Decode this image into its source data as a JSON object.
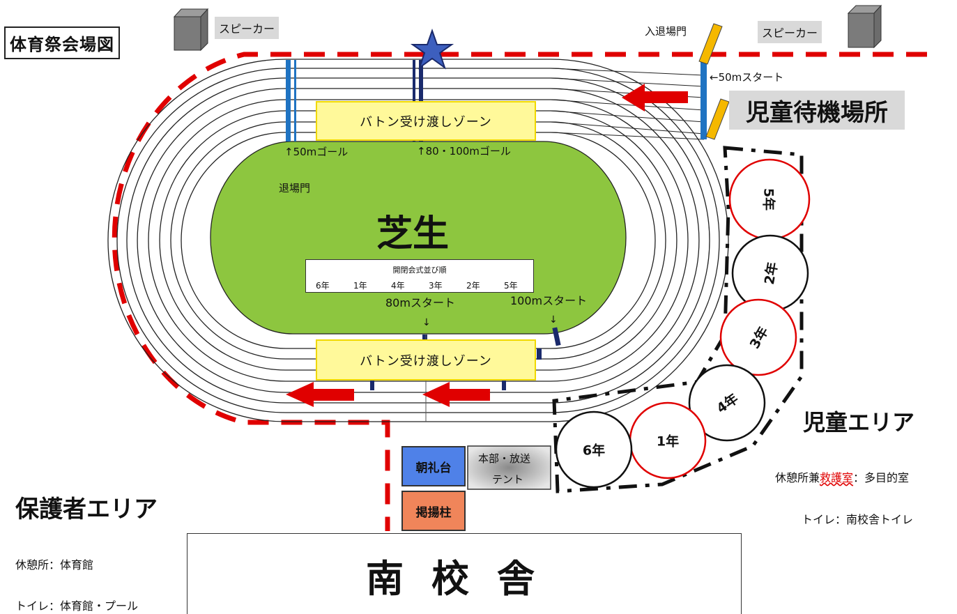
{
  "title": "体育祭会場図",
  "speaker_left": "スピーカー",
  "speaker_right": "スピーカー",
  "entrance_gate": "入退場門",
  "start_50m": "←50mスタート",
  "waiting_area": "児童待機場所",
  "baton_zone_top": "バトン受け渡しゾーン",
  "baton_zone_bottom": "バトン受け渡しゾーン",
  "goal_50m": "↑50mゴール",
  "goal_80_100m": "↑80・100mゴール",
  "exit_gate": "退場門",
  "lawn": "芝生",
  "opening_order": {
    "title": "開閉会式並び順",
    "grades": [
      "6年",
      "1年",
      "4年",
      "3年",
      "2年",
      "5年"
    ]
  },
  "start_80m": "80mスタート",
  "start_100m": "100mスタート",
  "arrow_down_1": "↓",
  "arrow_down_2": "↓",
  "children_area": "児童エリア",
  "grade_circles": [
    "5年",
    "2年",
    "3年",
    "4年",
    "1年",
    "6年"
  ],
  "morning_stage": "朝礼台",
  "flag_pole": "掲揚柱",
  "hq_tent_line1": "本部・放送",
  "hq_tent_line2": "テント",
  "parents_area": "保護者エリア",
  "parents_rest": "休憩所：体育館",
  "parents_toilet": "トイレ：体育館・プール",
  "children_rest_prefix": "休憩所兼",
  "children_rest_red": "救護室",
  "children_rest_suffix": "：多目的室",
  "children_toilet": "トイレ：南校舎トイレ",
  "school_building": "南校舎",
  "colors": {
    "red_line": "#e00000",
    "lawn": "#8dc63f",
    "zone_fill": "#fff99a",
    "zone_border": "#f0d800",
    "stage_blue": "#4f81e8",
    "pole_orange": "#f0855a",
    "gate_yellow": "#f5b800",
    "star_blue": "#3d5fbe",
    "navy": "#1a2a6c"
  }
}
